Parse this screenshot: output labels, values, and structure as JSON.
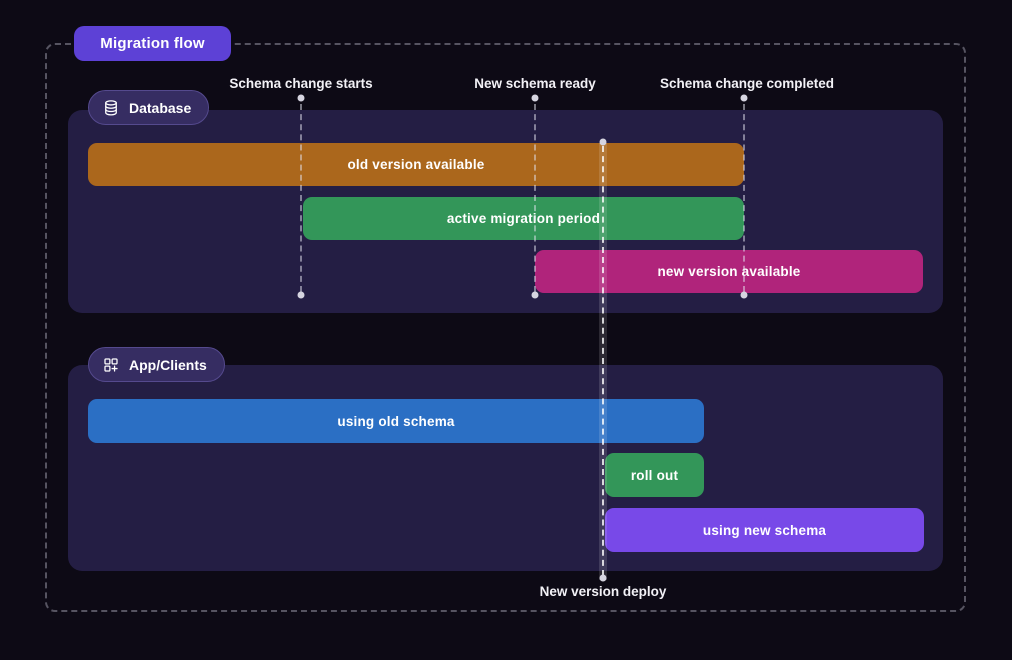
{
  "title": "Migration flow",
  "colors": {
    "background": "#0d0a15",
    "panel": "#241e44",
    "badge_background": "#362d62",
    "badge_border": "#554a8e",
    "title_badge": "#5d41d6",
    "marker_dot": "#d6d5e0"
  },
  "timeline": {
    "markers": [
      {
        "label": "Schema change starts"
      },
      {
        "label": "New schema ready"
      },
      {
        "label": "Schema change completed"
      }
    ],
    "deploy": {
      "label": "New version deploy"
    }
  },
  "sections": [
    {
      "name": "Database",
      "icon": "database-icon",
      "bars": [
        {
          "label": "old version available",
          "color": "#ab671c"
        },
        {
          "label": "active migration period",
          "color": "#339659"
        },
        {
          "label": "new version available",
          "color": "#b0247b"
        }
      ]
    },
    {
      "name": "App/Clients",
      "icon": "apps-icon",
      "bars": [
        {
          "label": "using old schema",
          "color": "#2b6fc4"
        },
        {
          "label": "roll out",
          "color": "#339659"
        },
        {
          "label": "using new schema",
          "color": "#7849e8"
        }
      ]
    }
  ]
}
